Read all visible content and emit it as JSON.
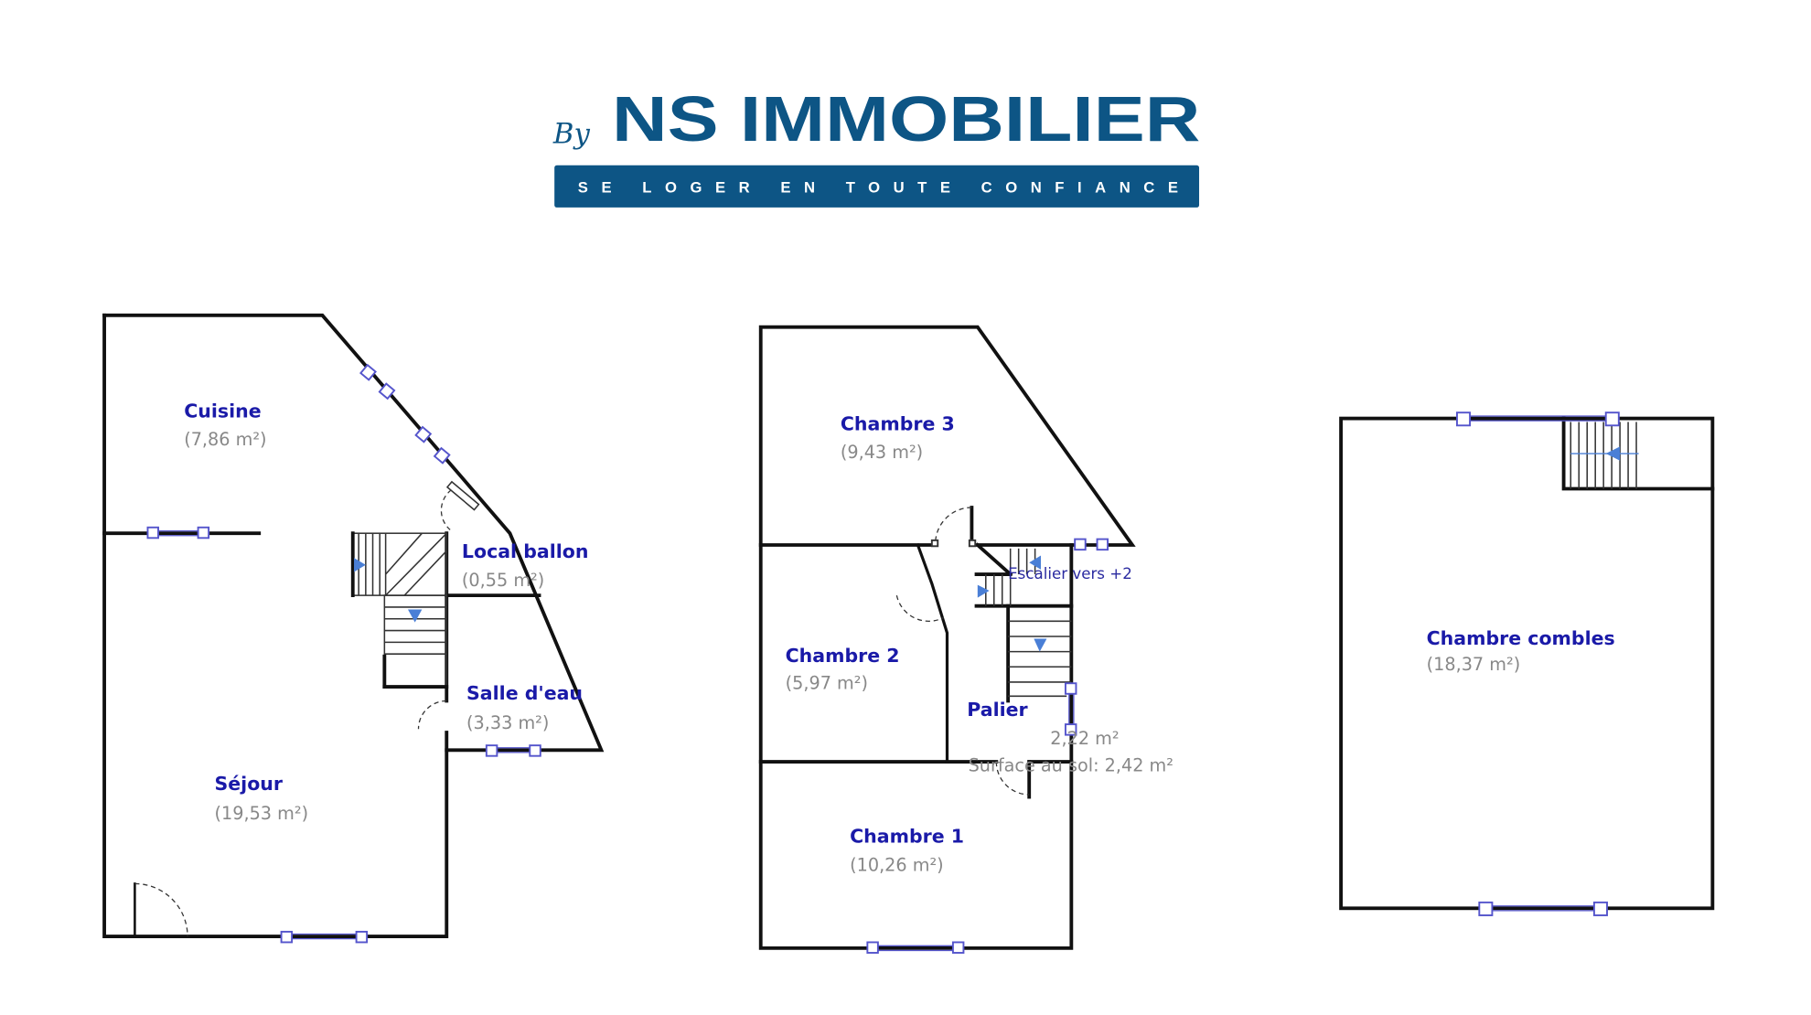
{
  "logo": {
    "by": "By",
    "brand": "NS IMMOBILIER",
    "tagline": "SE LOGER EN TOUTE CONFIANCE",
    "color": "#0d5585"
  },
  "rooms": {
    "cuisine": {
      "name": "Cuisine",
      "area": "(7,86 m²)"
    },
    "local_ballon": {
      "name": "Local ballon",
      "area": "(0,55 m²)"
    },
    "salle_eau": {
      "name": "Salle d'eau",
      "area": "(3,33 m²)"
    },
    "sejour": {
      "name": "Séjour",
      "area": "(19,53 m²)"
    },
    "chambre3": {
      "name": "Chambre 3",
      "area": "(9,43 m²)"
    },
    "chambre2": {
      "name": "Chambre 2",
      "area": "(5,97 m²)"
    },
    "palier": {
      "name": "Palier",
      "area": "2,22 m²",
      "floor_area": "Surface au sol: 2,42 m²"
    },
    "stair_note": "Escalier vers +2",
    "chambre1": {
      "name": "Chambre 1",
      "area": "(10,26 m²)"
    },
    "chambre_combles": {
      "name": "Chambre combles",
      "area": "(18,37 m²)"
    }
  },
  "colors": {
    "room_label": "#1a1aa8",
    "window": "#5555cc",
    "stair_arrow": "#4a7fd6"
  }
}
